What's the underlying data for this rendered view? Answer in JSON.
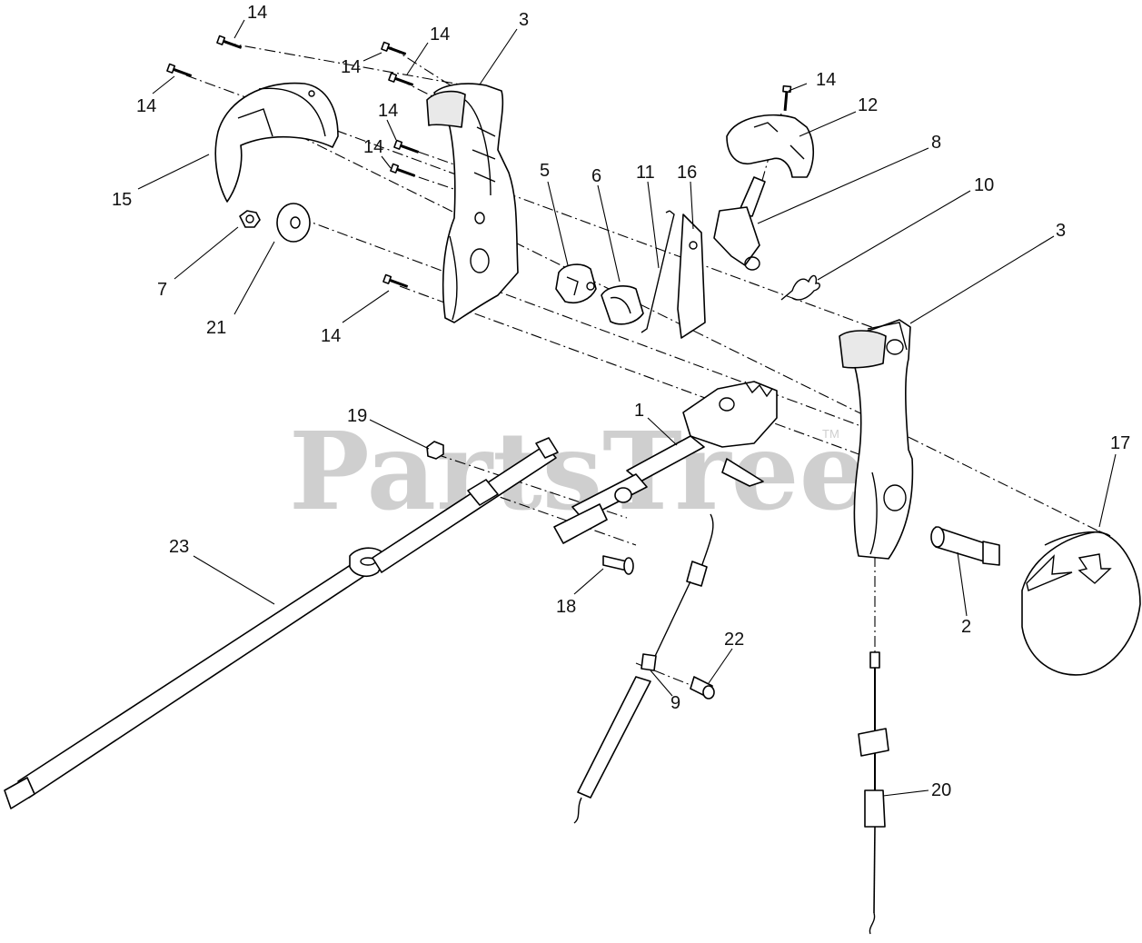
{
  "watermark": {
    "text": "PartsTree",
    "trademark": "TM"
  },
  "callouts": [
    {
      "id": "c14a",
      "text": "14"
    },
    {
      "id": "c14b",
      "text": "14"
    },
    {
      "id": "c14c",
      "text": "14"
    },
    {
      "id": "c14d",
      "text": "14"
    },
    {
      "id": "c14e",
      "text": "14"
    },
    {
      "id": "c14f",
      "text": "14"
    },
    {
      "id": "c14g",
      "text": "14"
    },
    {
      "id": "c14h",
      "text": "14"
    },
    {
      "id": "c3a",
      "text": "3"
    },
    {
      "id": "c3b",
      "text": "3"
    },
    {
      "id": "c15",
      "text": "15"
    },
    {
      "id": "c7",
      "text": "7"
    },
    {
      "id": "c21",
      "text": "21"
    },
    {
      "id": "c5",
      "text": "5"
    },
    {
      "id": "c6",
      "text": "6"
    },
    {
      "id": "c11",
      "text": "11"
    },
    {
      "id": "c16",
      "text": "16"
    },
    {
      "id": "c12",
      "text": "12"
    },
    {
      "id": "c8",
      "text": "8"
    },
    {
      "id": "c10",
      "text": "10"
    },
    {
      "id": "c1",
      "text": "1"
    },
    {
      "id": "c19",
      "text": "19"
    },
    {
      "id": "c17",
      "text": "17"
    },
    {
      "id": "c23",
      "text": "23"
    },
    {
      "id": "c18",
      "text": "18"
    },
    {
      "id": "c2",
      "text": "2"
    },
    {
      "id": "c22",
      "text": "22"
    },
    {
      "id": "c9",
      "text": "9"
    },
    {
      "id": "c20",
      "text": "20"
    }
  ]
}
